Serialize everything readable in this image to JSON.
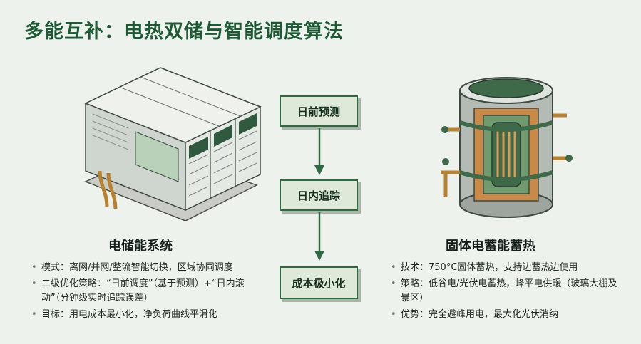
{
  "title": "多能互补：电热双储与智能调度算法",
  "left": {
    "heading": "电储能系统",
    "bullets": [
      "模式：离网/并网/整流智能切换，区域协同调度",
      "二级优化策略：“日前调度”（基于预测）+“日内滚动”（分钟级实时追踪误差）",
      "目标：用电成本最小化，净负荷曲线平滑化"
    ]
  },
  "flow": {
    "steps": [
      "日前预测",
      "日内追踪",
      "成本极小化"
    ]
  },
  "right": {
    "heading": "固体电蓄能蓄热",
    "bullets": [
      "技术：750°C固体蓄热，支持边蓄热边使用",
      "策略：低谷电/光伏电蓄热，峰平电供暖（玻璃大棚及景区）",
      "优势：完全避峰用电，最大化光伏消纳"
    ]
  },
  "colors": {
    "accent": "#1e5a36",
    "box_fill": "#dfe9d9",
    "box_border": "#2f6a45"
  }
}
